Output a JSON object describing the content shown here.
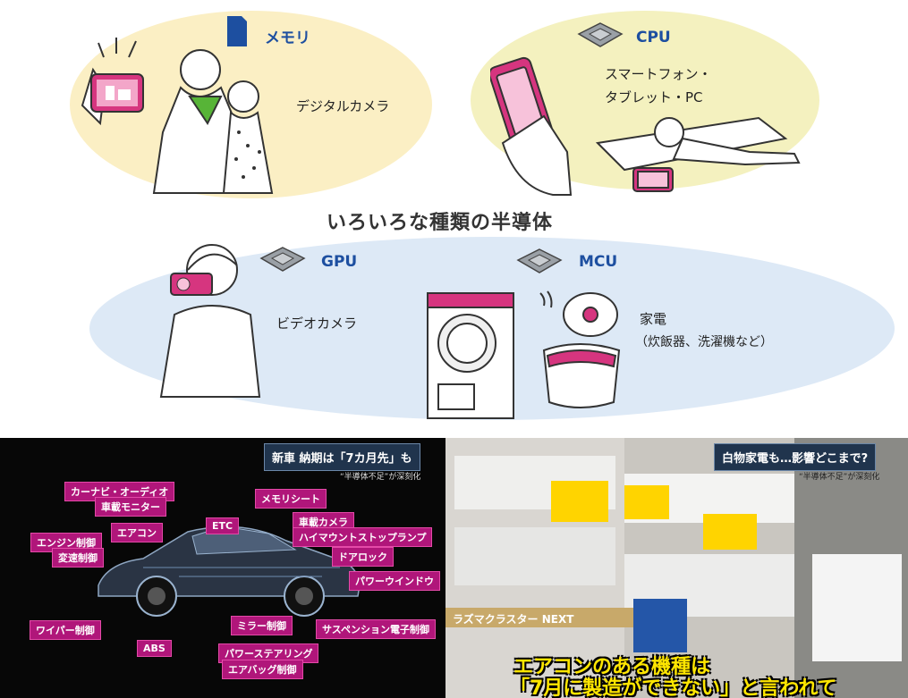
{
  "top": {
    "title": "いろいろな種類の半導体",
    "memory": {
      "chip": "メモリ",
      "device": "デジタルカメラ"
    },
    "cpu": {
      "chip": "CPU",
      "device_line1": "スマートフォン・",
      "device_line2": "タブレット・PC"
    },
    "gpu": {
      "chip": "GPU",
      "device": "ビデオカメラ"
    },
    "mcu": {
      "chip": "MCU",
      "device_line1": "家電",
      "device_line2": "（炊飯器、洗濯機など）"
    }
  },
  "car_panel": {
    "headline": "新車 納期は「7カ月先」も",
    "subhead": "“半導体不足”が深刻化",
    "tags": [
      "カーナビ・オーディオ",
      "車載モニター",
      "エアコン",
      "エンジン制御",
      "変速制御",
      "ETC",
      "メモリシート",
      "車載カメラ",
      "ハイマウントストップランプ",
      "ドアロック",
      "パワーウインドウ",
      "ワイパー制御",
      "ミラー制御",
      "サスペンション電子制御",
      "ABS",
      "パワーステアリング",
      "エアバッグ制御"
    ]
  },
  "store_panel": {
    "headline": "白物家電も…影響どこまで?",
    "subhead": "“半導体不足”が深刻化",
    "subtitle_line1": "エアコンのある機種は",
    "subtitle_line2": "「7月に製造ができない」と言われて",
    "sign": "ラズマクラスター NEXT"
  },
  "colors": {
    "memory_blob": "#fbefc4",
    "cpu_blob": "#f4f1bf",
    "bottom_blob": "#dde9f6",
    "accent_pink": "#d6357f",
    "chip_blue": "#1d4fa0",
    "tag_magenta": "#b0167a"
  }
}
